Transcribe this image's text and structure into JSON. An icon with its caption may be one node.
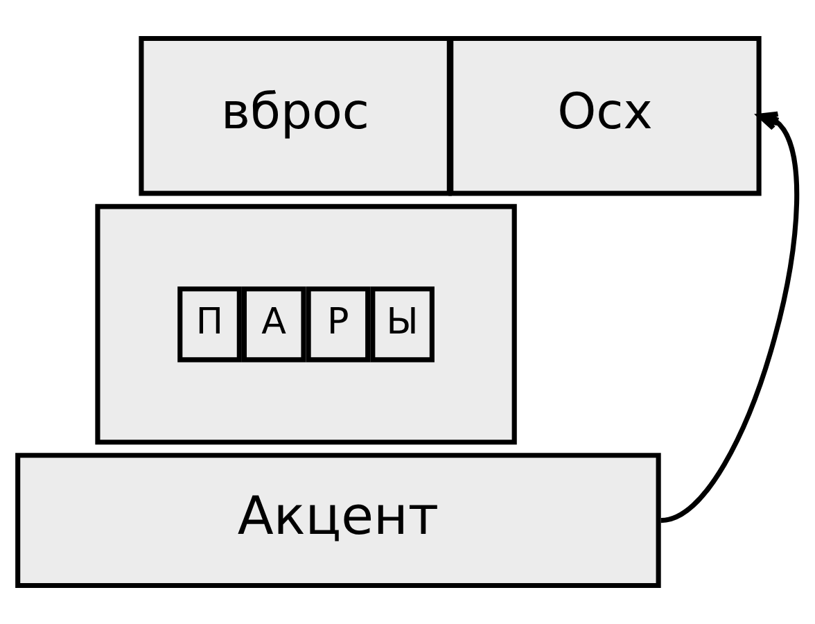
{
  "diagram": {
    "nodes": [
      {
        "text": [
          "вброс"
        ]
      },
      {
        "text": [
          "Осх"
        ]
      },
      {
        "text": [],
        "shape": "box"
      },
      {
        "text": [
          "П"
        ],
        "in": 2
      },
      {
        "text": [
          "А"
        ],
        "in": 2
      },
      {
        "text": [
          "Р"
        ],
        "in": 2
      },
      {
        "text": [
          "Ы"
        ],
        "in": 2
      },
      {
        "text": [
          "Акцент"
        ]
      }
    ],
    "edges": [
      {
        "from": 7,
        "to": 1,
        "arrow": "to"
      }
    ]
  }
}
